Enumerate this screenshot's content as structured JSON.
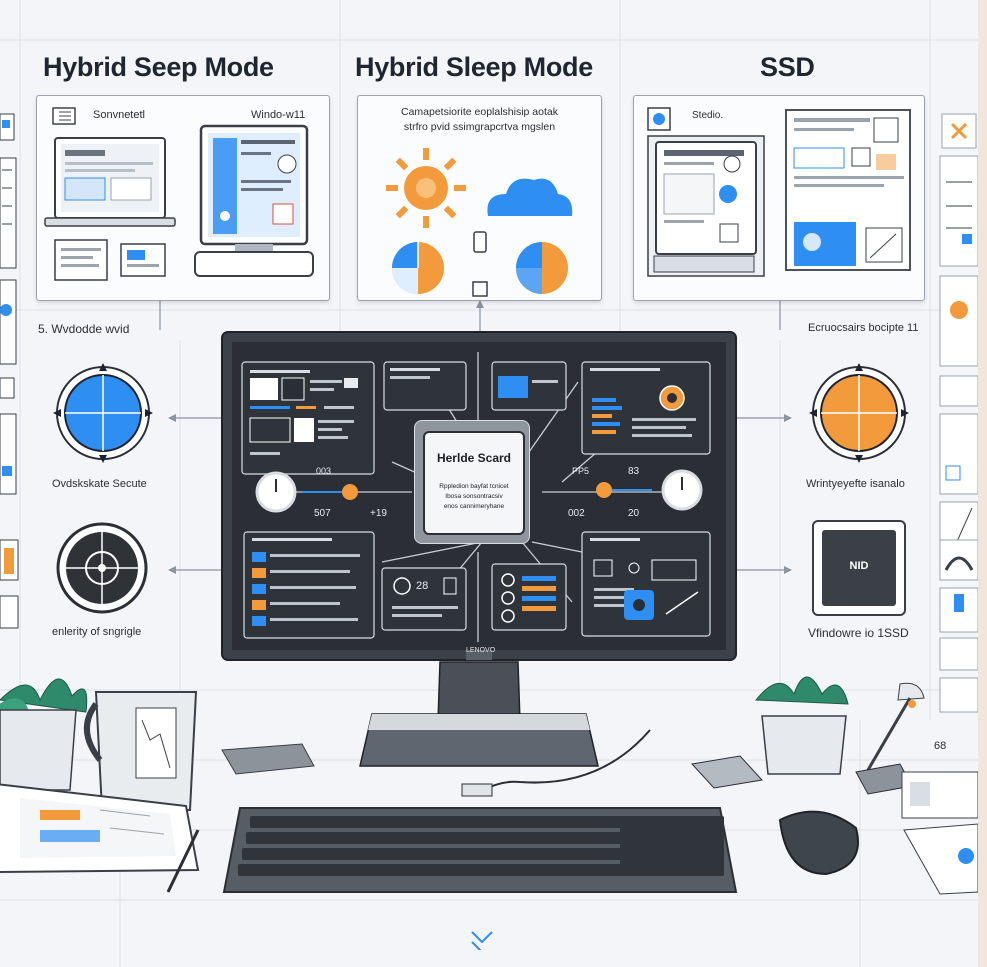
{
  "headings": {
    "left": "Hybrid Seep Mode",
    "center": "Hybrid Sleep Mode",
    "right": "SSD"
  },
  "top_panels": {
    "left": {
      "label_a": "Sonvnetetl",
      "label_b": "Windo-w11"
    },
    "center": {
      "caption_line1": "Camapetsiorite eoplalshisip aotak",
      "caption_line2": "strfro pvid ssimgrapcrtva mgslen"
    },
    "right": {
      "label": "Stedio."
    }
  },
  "side_labels": {
    "left_top": "5. Wvdodde wvid",
    "right_top": "Ecruocsairs bocipte 11",
    "left_mid": "Ovdskskate Secute",
    "right_mid": "Wrintyeyefte isanalo",
    "left_bottom": "enlerity of sngrigle",
    "right_bottom": "Vfindowre io 1SSD"
  },
  "monitor": {
    "center_card_title": "Herlde Scard",
    "center_card_line1": "Rppledion bayfat tcnicet",
    "center_card_line2": "Ibosa sonsontracsiv",
    "center_card_line3": "enos cannimeryhane",
    "left_num_top": "003",
    "left_num_bottom": "507",
    "left_num_plus": "+19",
    "right_num_top_a": "PP5",
    "right_num_top_b": "83",
    "right_num_bottom_a": "002",
    "right_num_bottom_b": "20",
    "badge_num": "28",
    "bezel_logo": "LENOVO",
    "ssd_icon_label": "NID"
  },
  "desk": {
    "corner_number": "68"
  },
  "colors": {
    "accent_blue": "#2f8ef2",
    "accent_orange": "#f39a3c",
    "screen_dark": "#2b2f35",
    "panel_border": "#9aa3ae"
  }
}
